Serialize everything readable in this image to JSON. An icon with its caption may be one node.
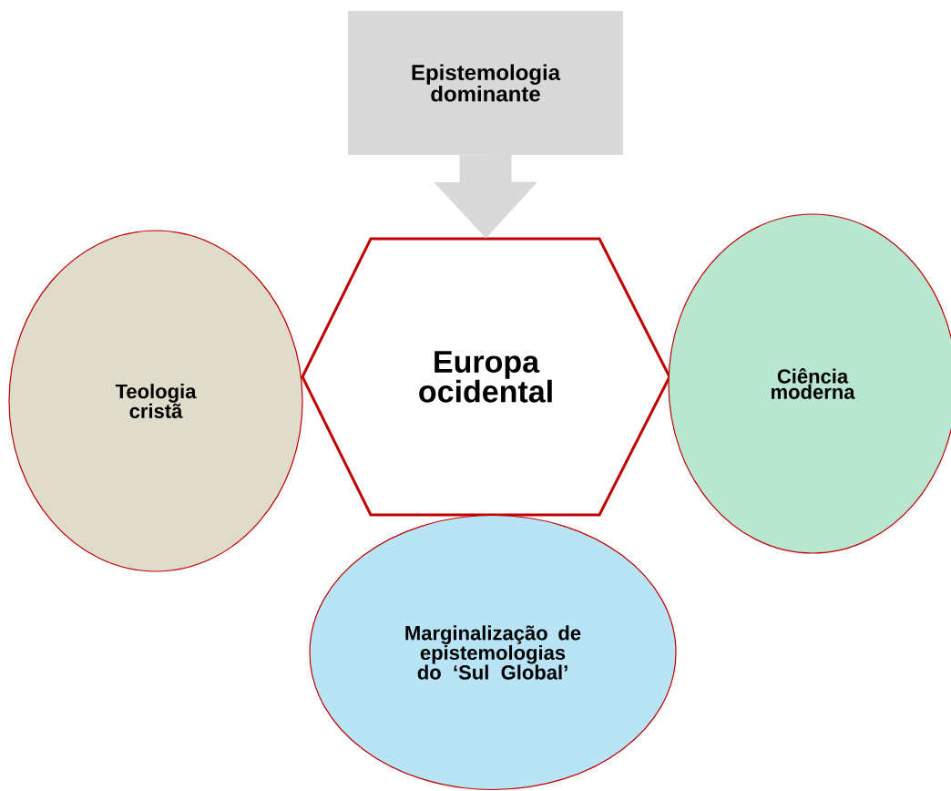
{
  "diagram": {
    "nodes": [
      {
        "text": [
          "Epistemologia dominante"
        ]
      },
      {
        "text": [
          "Europa ocidental"
        ]
      },
      {
        "text": [
          "Teologia cristã"
        ]
      },
      {
        "text": [
          "Ciência moderna"
        ]
      },
      {
        "text": [
          "Marginalização de epistemologias do ‘Sul Global’"
        ]
      }
    ],
    "edges": [
      {
        "from": 0,
        "to": 1,
        "arrow": "to"
      }
    ]
  }
}
